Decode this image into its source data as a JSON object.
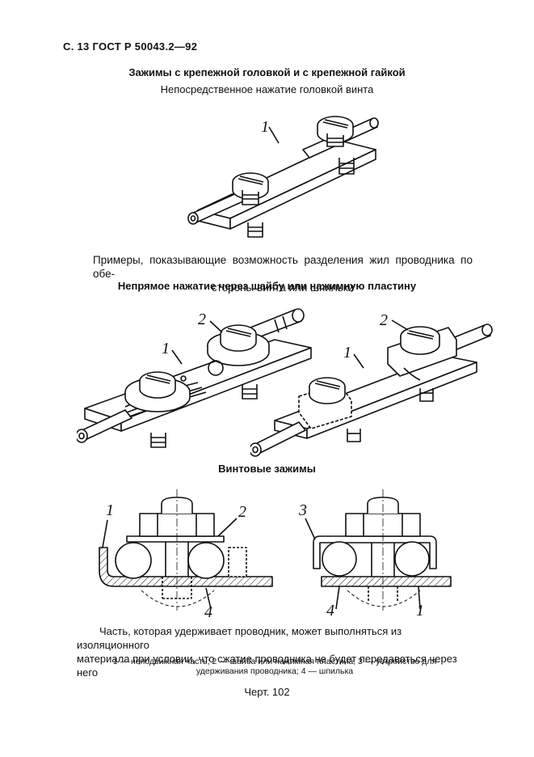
{
  "header": {
    "page_ref": "С. 13 ГОСТ Р 50043.2—92"
  },
  "sections": {
    "title_main": "Зажимы с крепежной головкой и с крепежной гайкой",
    "subtitle_direct": "Непосредственное нажатие головкой винта",
    "examples_line1": "Примеры, показывающие возможность разделения жил проводника по обе-",
    "examples_line2": "стороны винта или шпильки",
    "subtitle_indirect": "Непрямое нажатие через шайбу или нажимную пластину",
    "subtitle_screw": "Винтовые зажимы"
  },
  "note": {
    "line1": "Часть, которая удерживает проводник, может выполняться из изоляционного",
    "line2": "материала при условии, что сжатие проводника не будет передаваться через него"
  },
  "legend": {
    "line1": "1 — неподвижная часть; 2 — шайба или нажимная пластина; 3 — устройство для",
    "line2": "удерживания проводника; 4 — шпилька"
  },
  "figure_caption": "Черт. 102",
  "figure_labels": {
    "fig1_label1": "1",
    "fig2_label1": "1",
    "fig2_label2": "2",
    "fig3_label1": "1",
    "fig3_label2": "2",
    "fig4_label1": "1",
    "fig4_label2": "2",
    "fig5_label3": "3",
    "fig5_label4": "4",
    "fig5_label1": "1",
    "fig4_label4": "4"
  }
}
